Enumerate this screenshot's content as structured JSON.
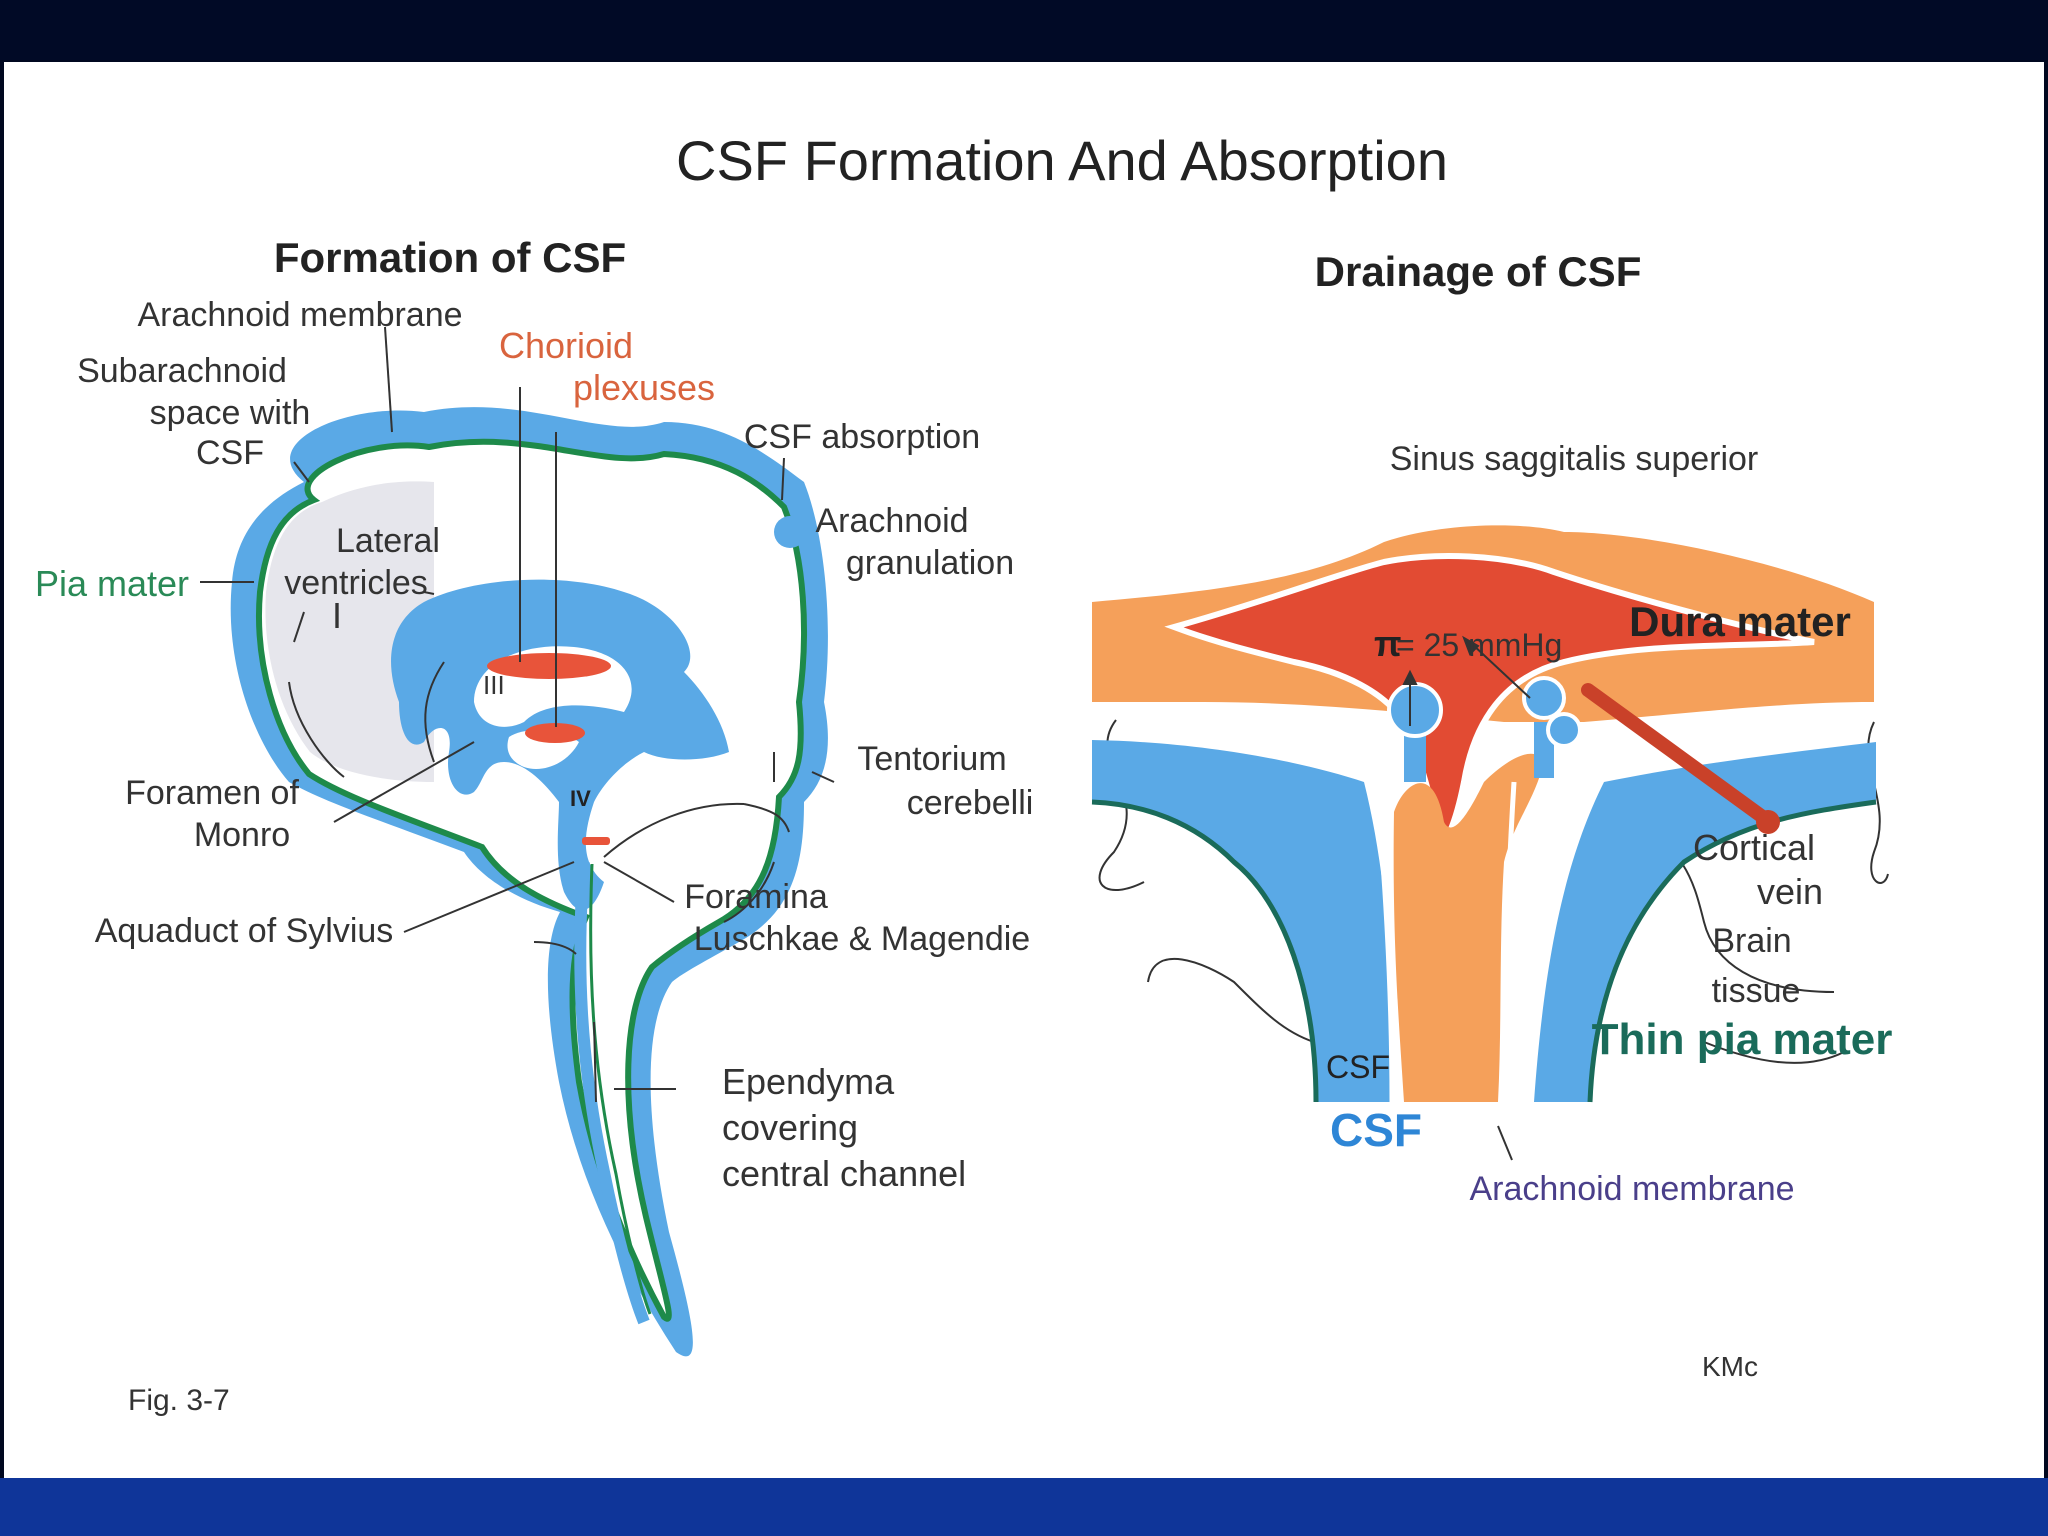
{
  "slide": {
    "title": "CSF Formation And Absorption",
    "figure_label": "Fig. 3-7",
    "signature": "KMc"
  },
  "formation": {
    "heading": "Formation  of  CSF",
    "labels": {
      "arachnoid_membrane": "Arachnoid  membrane",
      "subarachnoid_1": "Subarachnoid",
      "subarachnoid_2": "space with",
      "subarachnoid_3": "CSF",
      "chorioid_1": "Chorioid",
      "chorioid_2": "plexuses",
      "csf_absorption": "CSF absorption",
      "arachnoid_gran_1": "Arachnoid",
      "arachnoid_gran_2": "granulation",
      "lateral_1": "Lateral",
      "lateral_2": "ventricles",
      "ventricle_1": "I",
      "ventricle_3": "III",
      "ventricle_4": "IV",
      "pia_mater": "Pia  mater",
      "tentorium_1": "Tentorium",
      "tentorium_2": "cerebelli",
      "monro_1": "Foramen of",
      "monro_2": "Monro",
      "foramina_1": "Foramina",
      "foramina_2": "Luschkae & Magendie",
      "aquaduct": "Aquaduct of  Sylvius",
      "ependyma_1": "Ependyma",
      "ependyma_2": "covering",
      "ependyma_3": "central channel"
    }
  },
  "drainage": {
    "heading": "Drainage  of  CSF",
    "labels": {
      "sinus": "Sinus saggitalis superior",
      "pressure_symbol": "π",
      "pressure_value": "= 25 mmHg",
      "dura": "Dura mater",
      "cortical_1": "Cortical",
      "cortical_2": "vein",
      "brain_1": "Brain",
      "brain_2": "tissue",
      "thin_pia": "Thin pia mater",
      "csf_small": "CSF",
      "csf_large": "CSF",
      "arachnoid": "Arachnoid  membrane"
    }
  },
  "colors": {
    "csf_blue": "#5aa9e6",
    "pia_green": "#1e8a4a",
    "plexus_red": "#e8543a",
    "sinus_red": "#e24b33",
    "dura_orange": "#f5a05a",
    "chorioid_text": "#d9643e",
    "pia_text": "#2a8a57",
    "csf_text": "#2e86d6",
    "arachnoid_text": "#4a3f8a"
  }
}
